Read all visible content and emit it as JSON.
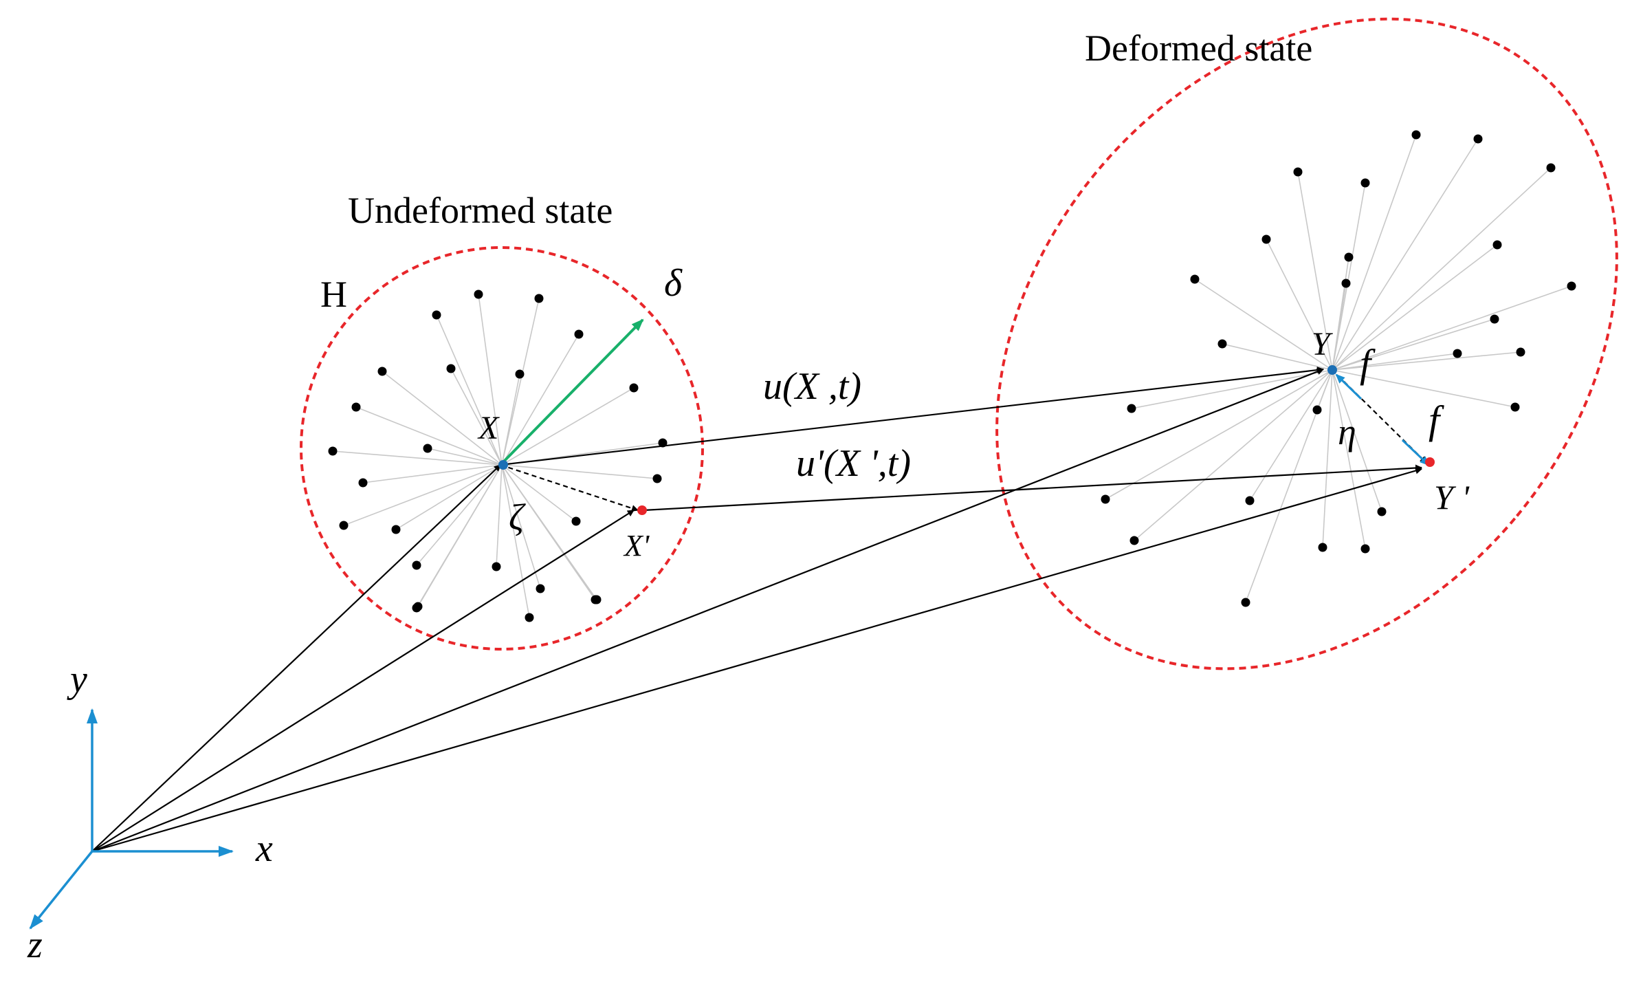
{
  "labels": {
    "undeformed_title": "Undeformed state",
    "deformed_title": "Deformed state",
    "horizon": "H",
    "delta": "δ",
    "point_x": "X",
    "point_x_prime": "X'",
    "zeta": "ζ",
    "point_y": "Y",
    "point_y_prime": "Y '",
    "eta": "η",
    "f_top": "f",
    "f_right": "f",
    "displacement_u": "u(X ,t)",
    "displacement_u_prime": "u'(X ',t)",
    "axis_x": "x",
    "axis_y": "y",
    "axis_z": "z"
  },
  "colors": {
    "boundary": "#e8262a",
    "axis": "#1b8fd1",
    "delta_arrow": "#18b06a",
    "bond": "#c8c8c8",
    "center_point": "#1b6fb5",
    "family_point": "#e8262a"
  }
}
